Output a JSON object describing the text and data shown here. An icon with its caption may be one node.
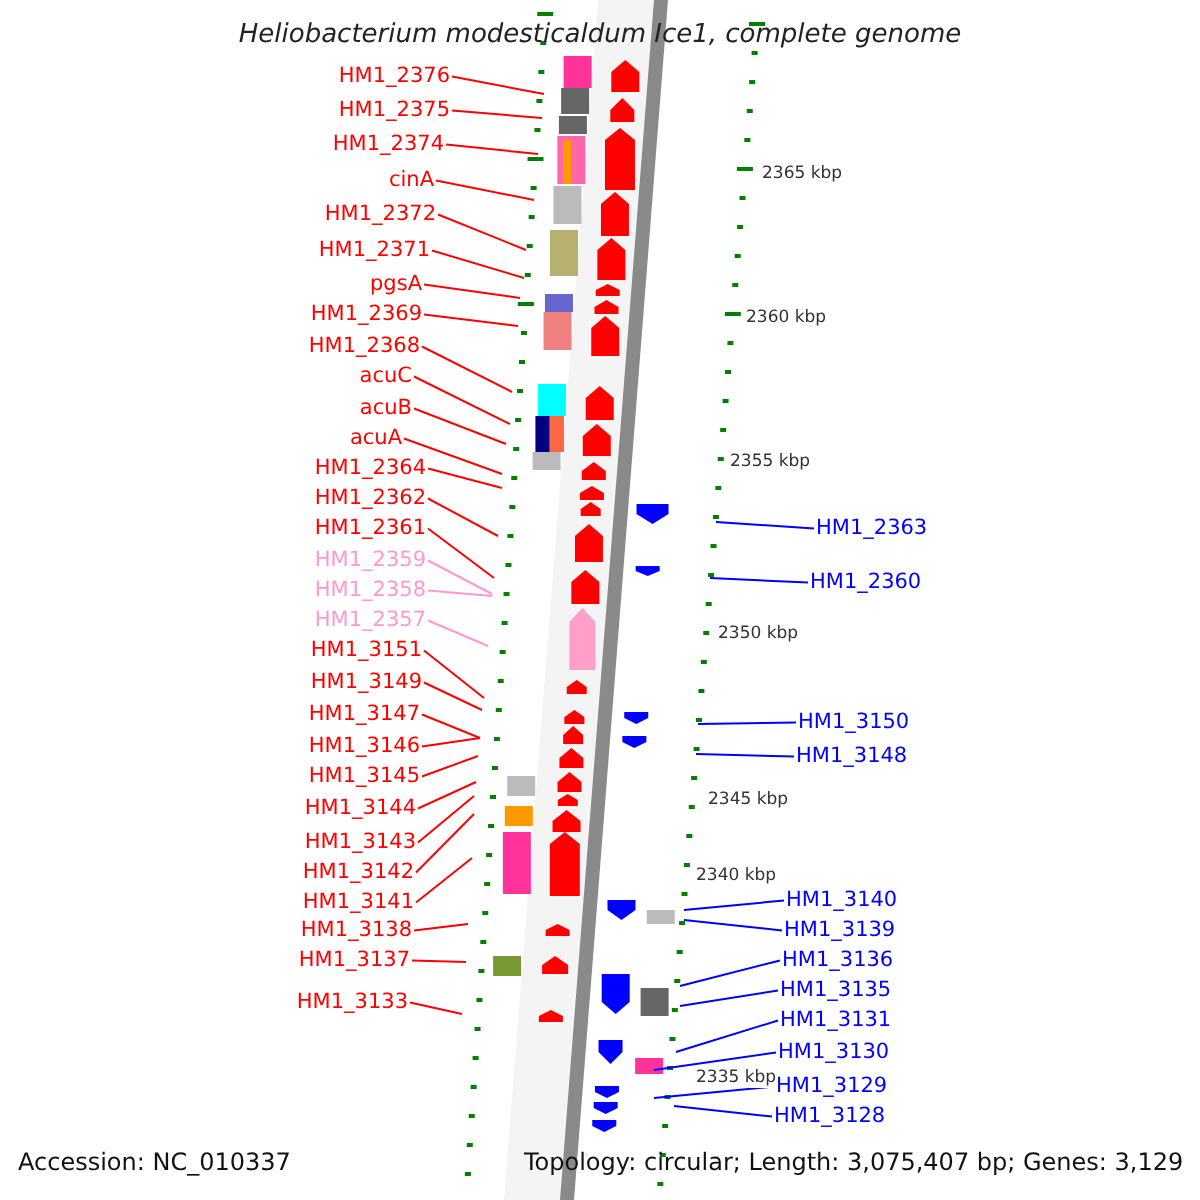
{
  "diagram": {
    "title": "Heliobacterium modesticaldum Ice1, complete genome",
    "nodes": [
      {
        "text": [
          "HM1_2376"
        ]
      },
      {
        "text": [
          "HM1_2375"
        ]
      },
      {
        "text": [
          "HM1_2374"
        ]
      },
      {
        "text": [
          "cinA"
        ]
      },
      {
        "text": [
          "HM1_2372"
        ]
      },
      {
        "text": [
          "HM1_2371"
        ]
      },
      {
        "text": [
          "pgsA"
        ]
      },
      {
        "text": [
          "HM1_2369"
        ]
      },
      {
        "text": [
          "HM1_2368"
        ]
      },
      {
        "text": [
          "acuC"
        ]
      },
      {
        "text": [
          "acuB"
        ]
      },
      {
        "text": [
          "acuA"
        ]
      },
      {
        "text": [
          "HM1_2364"
        ]
      },
      {
        "text": [
          "HM1_2362"
        ]
      },
      {
        "text": [
          "HM1_2361"
        ]
      },
      {
        "text": [
          "HM1_2359"
        ]
      },
      {
        "text": [
          "HM1_2358"
        ]
      },
      {
        "text": [
          "HM1_2357"
        ]
      },
      {
        "text": [
          "HM1_3151"
        ]
      },
      {
        "text": [
          "HM1_3149"
        ]
      },
      {
        "text": [
          "HM1_3147"
        ]
      },
      {
        "text": [
          "HM1_3146"
        ]
      },
      {
        "text": [
          "HM1_3145"
        ]
      },
      {
        "text": [
          "HM1_3144"
        ]
      },
      {
        "text": [
          "HM1_3143"
        ]
      },
      {
        "text": [
          "HM1_3142"
        ]
      },
      {
        "text": [
          "HM1_3141"
        ]
      },
      {
        "text": [
          "HM1_3138"
        ]
      },
      {
        "text": [
          "HM1_3137"
        ]
      },
      {
        "text": [
          "HM1_3133"
        ]
      },
      {
        "text": [
          "HM1_2363"
        ]
      },
      {
        "text": [
          "HM1_2360"
        ]
      },
      {
        "text": [
          "HM1_3150"
        ]
      },
      {
        "text": [
          "HM1_3148"
        ]
      },
      {
        "text": [
          "HM1_3140"
        ]
      },
      {
        "text": [
          "HM1_3139"
        ]
      },
      {
        "text": [
          "HM1_3136"
        ]
      },
      {
        "text": [
          "HM1_3135"
        ]
      },
      {
        "text": [
          "HM1_3131"
        ]
      },
      {
        "text": [
          "HM1_3130"
        ]
      },
      {
        "text": [
          "HM1_3129"
        ]
      },
      {
        "text": [
          "HM1_3128"
        ]
      }
    ],
    "edges": [
      {
        "from": 0,
        "to": null,
        "arrow": "none"
      },
      {
        "from": 1,
        "to": null,
        "arrow": "none"
      },
      {
        "from": 2,
        "to": null,
        "arrow": "none"
      },
      {
        "from": 3,
        "to": null,
        "arrow": "none"
      },
      {
        "from": 4,
        "to": null,
        "arrow": "none"
      },
      {
        "from": 5,
        "to": null,
        "arrow": "none"
      },
      {
        "from": 6,
        "to": null,
        "arrow": "none"
      },
      {
        "from": 7,
        "to": null,
        "arrow": "none"
      },
      {
        "from": 8,
        "to": null,
        "arrow": "none"
      },
      {
        "from": 9,
        "to": null,
        "arrow": "none"
      },
      {
        "from": 10,
        "to": null,
        "arrow": "none"
      },
      {
        "from": 11,
        "to": null,
        "arrow": "none"
      },
      {
        "from": 12,
        "to": null,
        "arrow": "none"
      },
      {
        "from": 13,
        "to": null,
        "arrow": "none"
      },
      {
        "from": 14,
        "to": null,
        "arrow": "none"
      },
      {
        "from": 15,
        "to": null,
        "arrow": "none",
        "color": "#ff99cc"
      },
      {
        "from": 16,
        "to": null,
        "arrow": "none",
        "color": "#ff99cc"
      },
      {
        "from": 17,
        "to": null,
        "arrow": "none",
        "color": "#ff99cc"
      },
      {
        "from": 18,
        "to": null,
        "arrow": "none"
      },
      {
        "from": 19,
        "to": null,
        "arrow": "none"
      },
      {
        "from": 20,
        "to": null,
        "arrow": "none"
      },
      {
        "from": 21,
        "to": null,
        "arrow": "none"
      },
      {
        "from": 22,
        "to": null,
        "arrow": "none"
      },
      {
        "from": 23,
        "to": null,
        "arrow": "none"
      },
      {
        "from": 24,
        "to": null,
        "arrow": "none"
      },
      {
        "from": 25,
        "to": null,
        "arrow": "none"
      },
      {
        "from": 26,
        "to": null,
        "arrow": "none"
      },
      {
        "from": 27,
        "to": null,
        "arrow": "none"
      },
      {
        "from": 28,
        "to": null,
        "arrow": "none"
      },
      {
        "from": 29,
        "to": null,
        "arrow": "none"
      },
      {
        "from": 30,
        "to": null,
        "arrow": "none",
        "color": "#0000ff"
      },
      {
        "from": 31,
        "to": null,
        "arrow": "none",
        "color": "#0000ff"
      },
      {
        "from": 32,
        "to": null,
        "arrow": "none",
        "color": "#0000ff"
      },
      {
        "from": 33,
        "to": null,
        "arrow": "none",
        "color": "#0000ff"
      },
      {
        "from": 34,
        "to": null,
        "arrow": "none",
        "color": "#0000ff"
      },
      {
        "from": 35,
        "to": null,
        "arrow": "none",
        "color": "#0000ff"
      },
      {
        "from": 36,
        "to": null,
        "arrow": "none",
        "color": "#0000ff"
      },
      {
        "from": 37,
        "to": null,
        "arrow": "none",
        "color": "#0000ff"
      },
      {
        "from": 38,
        "to": null,
        "arrow": "none",
        "color": "#0000ff"
      },
      {
        "from": 39,
        "to": null,
        "arrow": "none",
        "color": "#0000ff"
      },
      {
        "from": 40,
        "to": null,
        "arrow": "none",
        "color": "#0000ff"
      },
      {
        "from": 41,
        "to": null,
        "arrow": "none",
        "color": "#0000ff"
      }
    ],
    "labels": [
      "2365 kbp",
      "2360 kbp",
      "2355 kbp",
      "2350 kbp",
      "2345 kbp",
      "2340 kbp",
      "2335 kbp",
      "Accession: NC_010337",
      "Topology: circular; Length: 3,075,407 bp; Genes: 3,129"
    ]
  }
}
